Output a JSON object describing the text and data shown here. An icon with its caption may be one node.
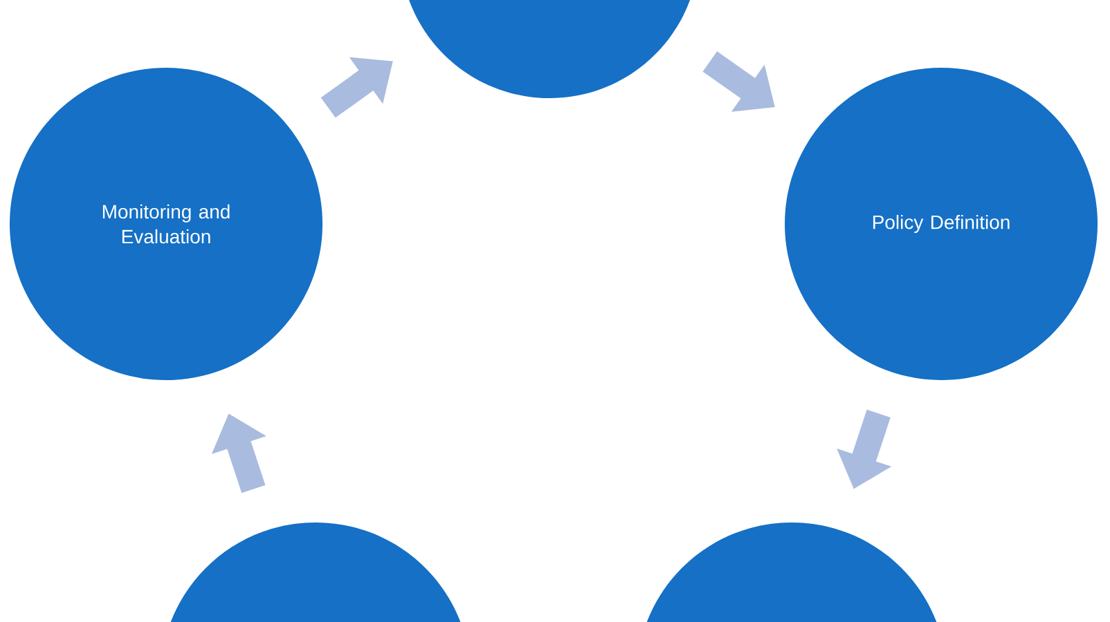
{
  "diagram": {
    "nodes": [
      {
        "text": [],
        "shape": "circle"
      },
      {
        "text": [
          "Monitoring and Evaluation"
        ]
      },
      {
        "text": [
          "Policy Definition"
        ]
      },
      {
        "text": [],
        "shape": "circle"
      },
      {
        "text": [],
        "shape": "circle"
      }
    ],
    "edges": [
      {
        "from": 0,
        "to": 2,
        "arrow": "to"
      },
      {
        "from": 2,
        "to": 4,
        "arrow": "to"
      },
      {
        "from": 3,
        "to": 1,
        "arrow": "to"
      },
      {
        "from": 1,
        "to": 0,
        "arrow": "to"
      }
    ]
  }
}
